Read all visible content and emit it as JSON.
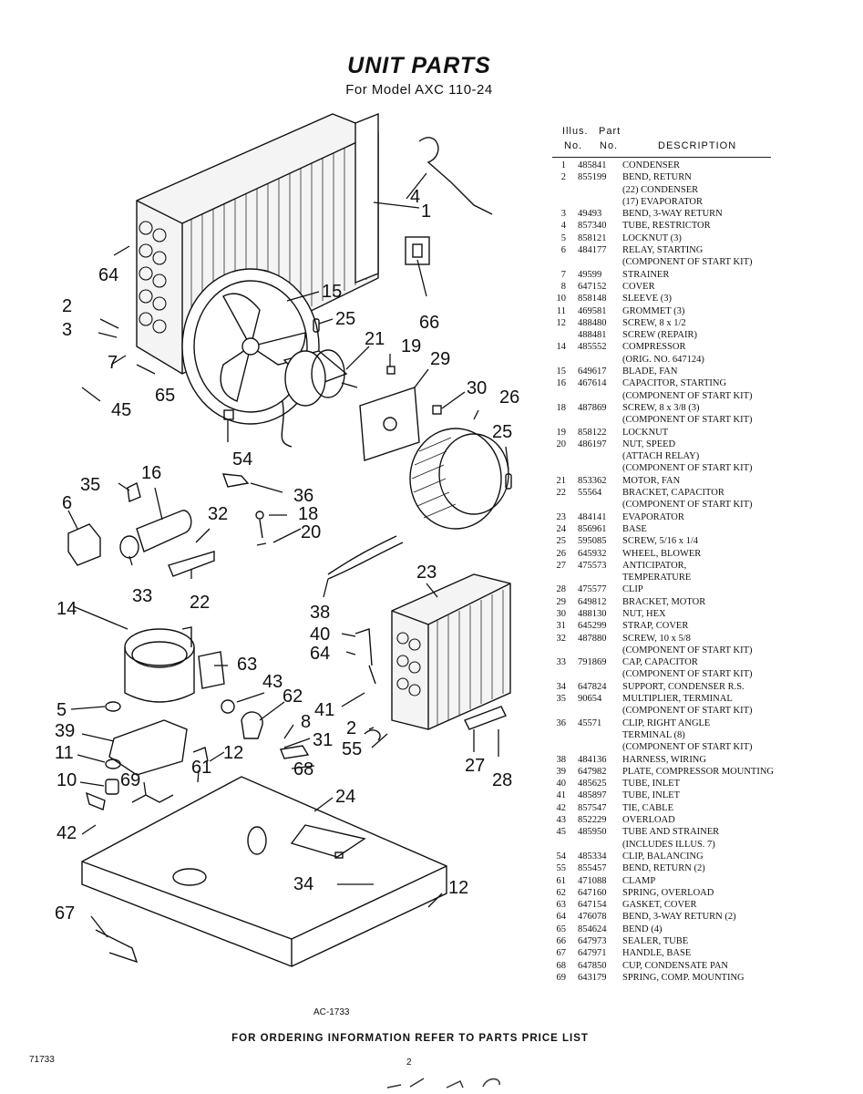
{
  "header": {
    "title": "UNIT PARTS",
    "subtitle": "For Model AXC 110-24"
  },
  "table": {
    "col_illus_top": "Illus.",
    "col_illus_bottom": "No.",
    "col_part_top": "Part",
    "col_part_bottom": "No.",
    "col_desc": "DESCRIPTION",
    "rows": [
      {
        "no": "1",
        "part": "485841",
        "desc": "CONDENSER"
      },
      {
        "no": "2",
        "part": "855199",
        "desc": "BEND, RETURN"
      },
      {
        "no": "",
        "part": "",
        "desc": "(22) CONDENSER"
      },
      {
        "no": "",
        "part": "",
        "desc": "(17) EVAPORATOR"
      },
      {
        "no": "3",
        "part": "49493",
        "desc": "BEND, 3-WAY RETURN"
      },
      {
        "no": "4",
        "part": "857340",
        "desc": "TUBE, RESTRICTOR"
      },
      {
        "no": "5",
        "part": "858121",
        "desc": "LOCKNUT (3)"
      },
      {
        "no": "6",
        "part": "484177",
        "desc": "RELAY, STARTING"
      },
      {
        "no": "",
        "part": "",
        "desc": "(COMPONENT OF START KIT)"
      },
      {
        "no": "7",
        "part": "49599",
        "desc": "STRAINER"
      },
      {
        "no": "8",
        "part": "647152",
        "desc": "COVER"
      },
      {
        "no": "10",
        "part": "858148",
        "desc": "SLEEVE (3)"
      },
      {
        "no": "11",
        "part": "469581",
        "desc": "GROMMET (3)"
      },
      {
        "no": "12",
        "part": "488480",
        "desc": "SCREW, 8 x 1/2"
      },
      {
        "no": "",
        "part": "488481",
        "desc": "SCREW (REPAIR)"
      },
      {
        "no": "14",
        "part": "485552",
        "desc": "COMPRESSOR"
      },
      {
        "no": "",
        "part": "",
        "desc": "(ORIG. NO. 647124)"
      },
      {
        "no": "15",
        "part": "649617",
        "desc": "BLADE, FAN"
      },
      {
        "no": "16",
        "part": "467614",
        "desc": "CAPACITOR, STARTING"
      },
      {
        "no": "",
        "part": "",
        "desc": "(COMPONENT OF START KIT)"
      },
      {
        "no": "18",
        "part": "487869",
        "desc": "SCREW, 8 x 3/8 (3)"
      },
      {
        "no": "",
        "part": "",
        "desc": "(COMPONENT OF START KIT)"
      },
      {
        "no": "19",
        "part": "858122",
        "desc": "LOCKNUT"
      },
      {
        "no": "20",
        "part": "486197",
        "desc": "NUT, SPEED"
      },
      {
        "no": "",
        "part": "",
        "desc": "(ATTACH RELAY)"
      },
      {
        "no": "",
        "part": "",
        "desc": "(COMPONENT OF START KIT)"
      },
      {
        "no": "21",
        "part": "853362",
        "desc": "MOTOR, FAN"
      },
      {
        "no": "22",
        "part": "55564",
        "desc": "BRACKET, CAPACITOR"
      },
      {
        "no": "",
        "part": "",
        "desc": "(COMPONENT OF START KIT)"
      },
      {
        "no": "23",
        "part": "484141",
        "desc": "EVAPORATOR"
      },
      {
        "no": "24",
        "part": "856961",
        "desc": "BASE"
      },
      {
        "no": "25",
        "part": "595085",
        "desc": "SCREW, 5/16 x 1/4"
      },
      {
        "no": "26",
        "part": "645932",
        "desc": "WHEEL, BLOWER"
      },
      {
        "no": "27",
        "part": "475573",
        "desc": "ANTICIPATOR,"
      },
      {
        "no": "",
        "part": "",
        "desc": "TEMPERATURE"
      },
      {
        "no": "28",
        "part": "475577",
        "desc": "CLIP"
      },
      {
        "no": "29",
        "part": "649812",
        "desc": "BRACKET, MOTOR"
      },
      {
        "no": "30",
        "part": "488130",
        "desc": "NUT, HEX"
      },
      {
        "no": "31",
        "part": "645299",
        "desc": "STRAP, COVER"
      },
      {
        "no": "32",
        "part": "487880",
        "desc": "SCREW, 10 x 5/8"
      },
      {
        "no": "",
        "part": "",
        "desc": "(COMPONENT OF START KIT)"
      },
      {
        "no": "33",
        "part": "791869",
        "desc": "CAP, CAPACITOR"
      },
      {
        "no": "",
        "part": "",
        "desc": "(COMPONENT OF START KIT)"
      },
      {
        "no": "34",
        "part": "647824",
        "desc": "SUPPORT, CONDENSER R.S."
      },
      {
        "no": "35",
        "part": "90654",
        "desc": "MULTIPLIER, TERMINAL"
      },
      {
        "no": "",
        "part": "",
        "desc": "(COMPONENT OF START KIT)"
      },
      {
        "no": "36",
        "part": "45571",
        "desc": "CLIP, RIGHT ANGLE"
      },
      {
        "no": "",
        "part": "",
        "desc": "TERMINAL (8)"
      },
      {
        "no": "",
        "part": "",
        "desc": "(COMPONENT OF START KIT)"
      },
      {
        "no": "38",
        "part": "484136",
        "desc": "HARNESS, WIRING"
      },
      {
        "no": "39",
        "part": "647982",
        "desc": "PLATE, COMPRESSOR MOUNTING"
      },
      {
        "no": "40",
        "part": "485625",
        "desc": "TUBE, INLET"
      },
      {
        "no": "41",
        "part": "485897",
        "desc": "TUBE, INLET"
      },
      {
        "no": "42",
        "part": "857547",
        "desc": "TIE, CABLE"
      },
      {
        "no": "43",
        "part": "852229",
        "desc": "OVERLOAD"
      },
      {
        "no": "45",
        "part": "485950",
        "desc": "TUBE AND STRAINER"
      },
      {
        "no": "",
        "part": "",
        "desc": "(INCLUDES ILLUS. 7)"
      },
      {
        "no": "54",
        "part": "485334",
        "desc": "CLIP, BALANCING"
      },
      {
        "no": "55",
        "part": "855457",
        "desc": "BEND, RETURN (2)"
      },
      {
        "no": "61",
        "part": "471088",
        "desc": "CLAMP"
      },
      {
        "no": "62",
        "part": "647160",
        "desc": "SPRING, OVERLOAD"
      },
      {
        "no": "63",
        "part": "647154",
        "desc": "GASKET, COVER"
      },
      {
        "no": "64",
        "part": "476078",
        "desc": "BEND, 3-WAY RETURN (2)"
      },
      {
        "no": "65",
        "part": "854624",
        "desc": "BEND (4)"
      },
      {
        "no": "66",
        "part": "647973",
        "desc": "SEALER, TUBE"
      },
      {
        "no": "67",
        "part": "647971",
        "desc": "HANDLE, BASE"
      },
      {
        "no": "68",
        "part": "647850",
        "desc": "CUP, CONDENSATE PAN"
      },
      {
        "no": "69",
        "part": "643179",
        "desc": "SPRING, COMP. MOUNTING"
      }
    ]
  },
  "diagram": {
    "callouts": [
      "4",
      "1",
      "64",
      "2",
      "3",
      "7",
      "45",
      "65",
      "15",
      "25",
      "66",
      "21",
      "19",
      "29",
      "30",
      "26",
      "25",
      "54",
      "35",
      "16",
      "6",
      "32",
      "36",
      "18",
      "20",
      "33",
      "22",
      "23",
      "14",
      "38",
      "40",
      "64",
      "63",
      "43",
      "62",
      "5",
      "39",
      "11",
      "10",
      "69",
      "61",
      "12",
      "8",
      "31",
      "41",
      "2",
      "55",
      "68",
      "27",
      "28",
      "24",
      "42",
      "34",
      "12",
      "67"
    ]
  },
  "footer": {
    "figure_code": "AC-1733",
    "ordering_note": "FOR ORDERING INFORMATION REFER TO PARTS PRICE LIST",
    "doc_number": "71733",
    "page_number": "2"
  }
}
